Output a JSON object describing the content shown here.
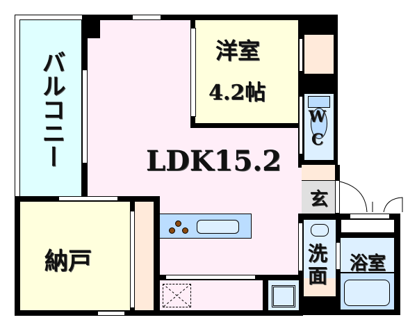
{
  "floorplan": {
    "colors": {
      "balcony": "#DFFFFF",
      "ldk": "#FFEEF8",
      "western_room": "#FFFFDD",
      "storage": "#FFFFDD",
      "closet": "#FFEADA",
      "wc": "#DDF0FF",
      "entrance": "#E0E0E0",
      "washroom": "#DDF0FF",
      "bath": "#DDF0FF",
      "kitchen_counter": "#BBDDFF",
      "stove": "#8B4A10"
    },
    "rooms": {
      "balcony": {
        "label": "バルコニー"
      },
      "ldk": {
        "label": "LDK15.2"
      },
      "western_room": {
        "label": "洋室",
        "size": "4.2帖"
      },
      "wc": {
        "label_w": "W",
        "label_c": "C"
      },
      "entrance": {
        "label": "玄"
      },
      "washroom": {
        "label_1": "洗",
        "label_2": "面"
      },
      "bath": {
        "label": "浴室"
      },
      "storage": {
        "label": "納戸"
      }
    }
  }
}
